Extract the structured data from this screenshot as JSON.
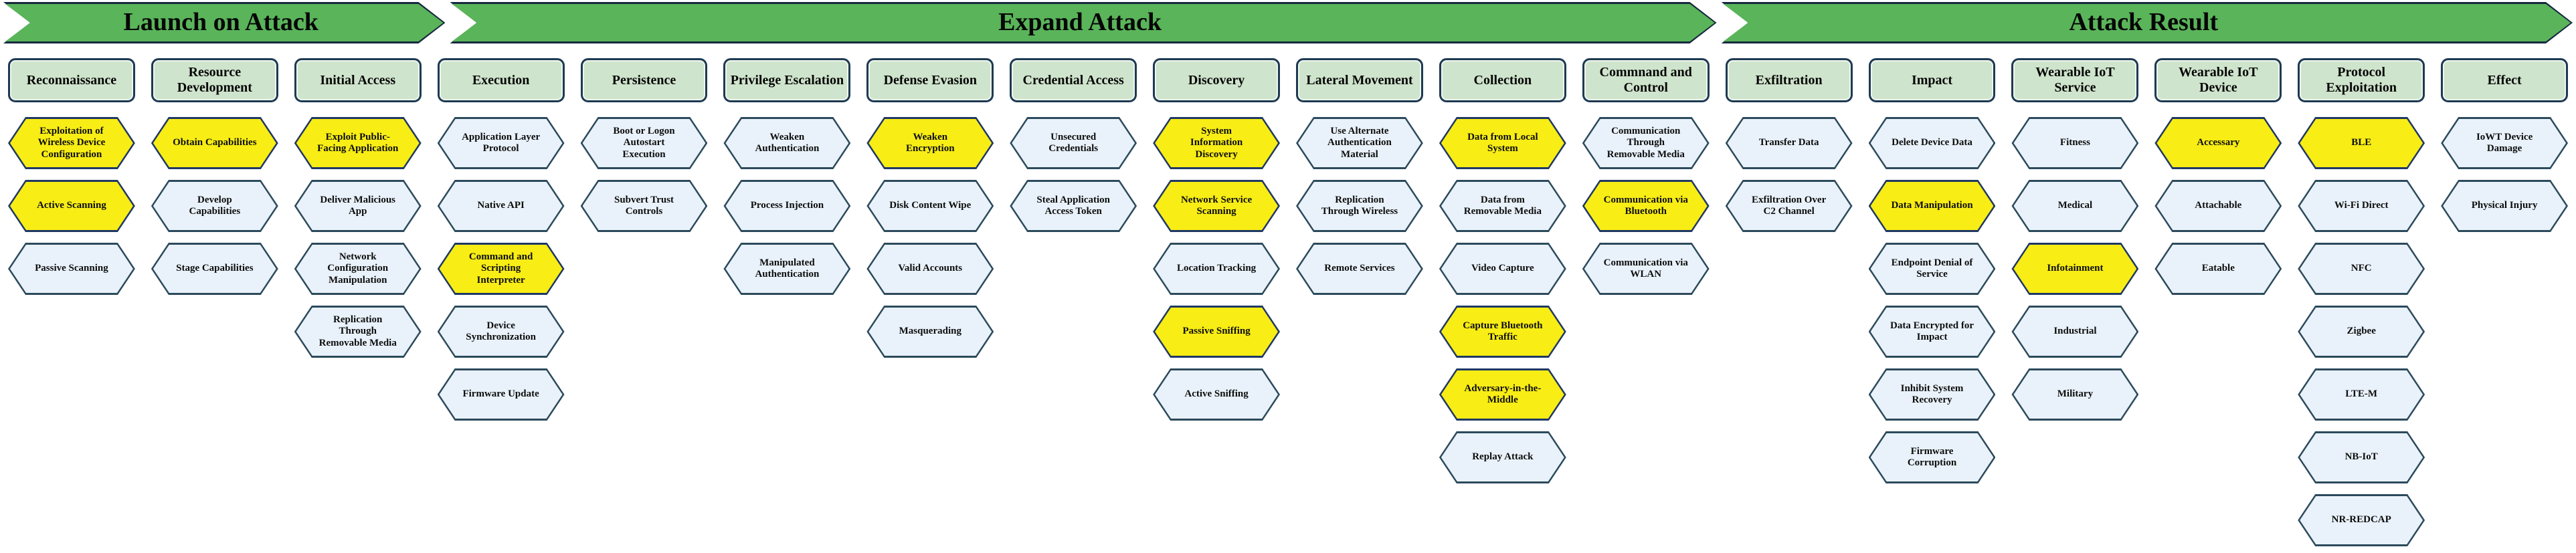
{
  "colors": {
    "banner_fill": "#5ab45a",
    "banner_border": "#16293f",
    "header_fill": "#cfe4cc",
    "header_border": "#1e3a52",
    "hex_light_fill": "#e9f2fa",
    "hex_yellow_fill": "#f8ed15",
    "hex_border_light": "#2c4a5c",
    "hex_border_yellow": "#1f3864",
    "text": "#0d0d0d"
  },
  "banners": [
    {
      "label": "Launch on Attack",
      "width_pct": 17.2
    },
    {
      "label": "Expand Attack",
      "width_pct": 49.3
    },
    {
      "label": "Attack Result",
      "width_pct": 0
    }
  ],
  "columns": [
    {
      "tactic": "Reconnaissance",
      "banner": "Launch on Attack",
      "techniques": [
        {
          "label": "Exploitation of Wireless Device Configuration",
          "highlighted": true
        },
        {
          "label": "Active Scanning",
          "highlighted": true
        },
        {
          "label": "Passive Scanning",
          "highlighted": false
        }
      ]
    },
    {
      "tactic": "Resource Development",
      "banner": "Launch on Attack",
      "techniques": [
        {
          "label": "Obtain Capabilities",
          "highlighted": true
        },
        {
          "label": "Develop Capabilities",
          "highlighted": false
        },
        {
          "label": "Stage Capabilities",
          "highlighted": false
        }
      ]
    },
    {
      "tactic": "Initial Access",
      "banner": "Launch on Attack",
      "techniques": [
        {
          "label": "Exploit Public-Facing Application",
          "highlighted": true
        },
        {
          "label": "Deliver Malicious App",
          "highlighted": false
        },
        {
          "label": "Network Configuration Manipulation",
          "highlighted": false
        },
        {
          "label": "Replication Through Removable Media",
          "highlighted": false
        }
      ]
    },
    {
      "tactic": "Execution",
      "banner": "Expand Attack",
      "techniques": [
        {
          "label": "Application Layer Protocol",
          "highlighted": false
        },
        {
          "label": "Native API",
          "highlighted": false
        },
        {
          "label": "Command and Scripting Interpreter",
          "highlighted": true
        },
        {
          "label": "Device Synchronization",
          "highlighted": false
        },
        {
          "label": "Firmware Update",
          "highlighted": false
        }
      ]
    },
    {
      "tactic": "Persistence",
      "banner": "Expand Attack",
      "techniques": [
        {
          "label": "Boot or Logon Autostart Execution",
          "highlighted": false
        },
        {
          "label": "Subvert Trust Controls",
          "highlighted": false
        }
      ]
    },
    {
      "tactic": "Privilege Escalation",
      "banner": "Expand Attack",
      "techniques": [
        {
          "label": "Weaken Authentication",
          "highlighted": false
        },
        {
          "label": "Process Injection",
          "highlighted": false
        },
        {
          "label": "Manipulated Authentication",
          "highlighted": false
        }
      ]
    },
    {
      "tactic": "Defense Evasion",
      "banner": "Expand Attack",
      "techniques": [
        {
          "label": "Weaken Encryption",
          "highlighted": true
        },
        {
          "label": "Disk Content Wipe",
          "highlighted": false
        },
        {
          "label": "Valid Accounts",
          "highlighted": false
        },
        {
          "label": "Masquerading",
          "highlighted": false
        }
      ]
    },
    {
      "tactic": "Credential Access",
      "banner": "Expand Attack",
      "techniques": [
        {
          "label": "Unsecured Credentials",
          "highlighted": false
        },
        {
          "label": "Steal Application Access Token",
          "highlighted": false
        }
      ]
    },
    {
      "tactic": "Discovery",
      "banner": "Expand Attack",
      "techniques": [
        {
          "label": "System Information Discovery",
          "highlighted": true
        },
        {
          "label": "Network Service Scanning",
          "highlighted": true
        },
        {
          "label": "Location Tracking",
          "highlighted": false
        },
        {
          "label": "Passive Sniffing",
          "highlighted": true
        },
        {
          "label": "Active Sniffing",
          "highlighted": false
        }
      ]
    },
    {
      "tactic": "Lateral Movement",
      "banner": "Expand Attack",
      "techniques": [
        {
          "label": "Use Alternate Authentication Material",
          "highlighted": false
        },
        {
          "label": "Replication Through Wireless",
          "highlighted": false
        },
        {
          "label": "Remote Services",
          "highlighted": false
        }
      ]
    },
    {
      "tactic": "Collection",
      "banner": "Expand Attack",
      "techniques": [
        {
          "label": "Data from Local System",
          "highlighted": true
        },
        {
          "label": "Data from Removable Media",
          "highlighted": false
        },
        {
          "label": "Video Capture",
          "highlighted": false
        },
        {
          "label": "Capture Bluetooth Traffic",
          "highlighted": true
        },
        {
          "label": "Adversary-in-the-Middle",
          "highlighted": true
        },
        {
          "label": "Replay Attack",
          "highlighted": false
        }
      ]
    },
    {
      "tactic": "Commnand and Control",
      "banner": "Expand Attack",
      "techniques": [
        {
          "label": "Communication Through Removable Media",
          "highlighted": false
        },
        {
          "label": "Communication via Bluetooth",
          "highlighted": true
        },
        {
          "label": "Communication via WLAN",
          "highlighted": false
        }
      ]
    },
    {
      "tactic": "Exfiltration",
      "banner": "Attack Result",
      "techniques": [
        {
          "label": "Transfer Data",
          "highlighted": false
        },
        {
          "label": "Exfiltration Over C2 Channel",
          "highlighted": false
        }
      ]
    },
    {
      "tactic": "Impact",
      "banner": "Attack Result",
      "techniques": [
        {
          "label": "Delete Device Data",
          "highlighted": false
        },
        {
          "label": "Data Manipulation",
          "highlighted": true
        },
        {
          "label": "Endpoint Denial of Service",
          "highlighted": false
        },
        {
          "label": "Data Encrypted for Impact",
          "highlighted": false
        },
        {
          "label": "Inhibit System Recovery",
          "highlighted": false
        },
        {
          "label": "Firmware Corruption",
          "highlighted": false
        }
      ]
    },
    {
      "tactic": "Wearable IoT Service",
      "banner": "Attack Result",
      "techniques": [
        {
          "label": "Fitness",
          "highlighted": false
        },
        {
          "label": "Medical",
          "highlighted": false
        },
        {
          "label": "Infotainment",
          "highlighted": true
        },
        {
          "label": "Industrial",
          "highlighted": false
        },
        {
          "label": "Military",
          "highlighted": false
        }
      ]
    },
    {
      "tactic": "Wearable IoT Device",
      "banner": "Attack Result",
      "techniques": [
        {
          "label": "Accessary",
          "highlighted": true
        },
        {
          "label": "Attachable",
          "highlighted": false
        },
        {
          "label": "Eatable",
          "highlighted": false
        }
      ]
    },
    {
      "tactic": "Protocol Exploitation",
      "banner": "Attack Result",
      "techniques": [
        {
          "label": "BLE",
          "highlighted": true
        },
        {
          "label": "Wi-Fi Direct",
          "highlighted": false
        },
        {
          "label": "NFC",
          "highlighted": false
        },
        {
          "label": "Zigbee",
          "highlighted": false
        },
        {
          "label": "LTE-M",
          "highlighted": false
        },
        {
          "label": "NB-IoT",
          "highlighted": false
        },
        {
          "label": "NR-REDCAP",
          "highlighted": false
        }
      ]
    },
    {
      "tactic": "Effect",
      "banner": "Attack Result",
      "techniques": [
        {
          "label": "IoWT Device Damage",
          "highlighted": false
        },
        {
          "label": "Physical Injury",
          "highlighted": false
        }
      ]
    }
  ]
}
